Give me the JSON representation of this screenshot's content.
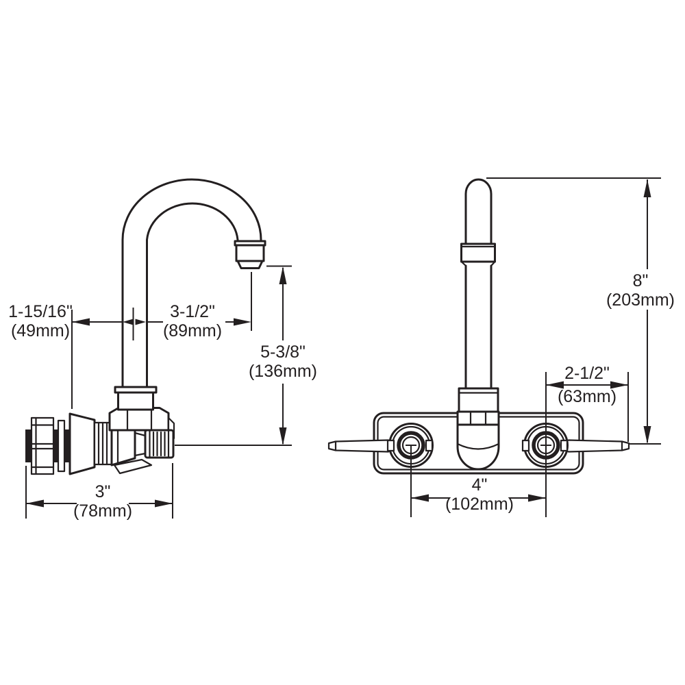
{
  "drawing": {
    "type": "technical dimension drawing",
    "product": "wall-mount gooseneck faucet, side and front views"
  },
  "labels": {
    "wall_offset": {
      "inches": "1-15/16\"",
      "metric": "(49mm)"
    },
    "spout_reach": {
      "inches": "3-1/2\"",
      "metric": "(89mm)"
    },
    "spout_drop": {
      "inches": "5-3/8\"",
      "metric": "(136mm)"
    },
    "body_length": {
      "inches": "3\"",
      "metric": "(78mm)"
    },
    "overall_height": {
      "inches": "8\"",
      "metric": "(203mm)"
    },
    "handle_swing": {
      "inches": "2-1/2\"",
      "metric": "(63mm)"
    },
    "faucet_centers": {
      "inches": "4\"",
      "metric": "(102mm)"
    }
  },
  "colors": {
    "line": "#231f20",
    "background": "#ffffff"
  }
}
